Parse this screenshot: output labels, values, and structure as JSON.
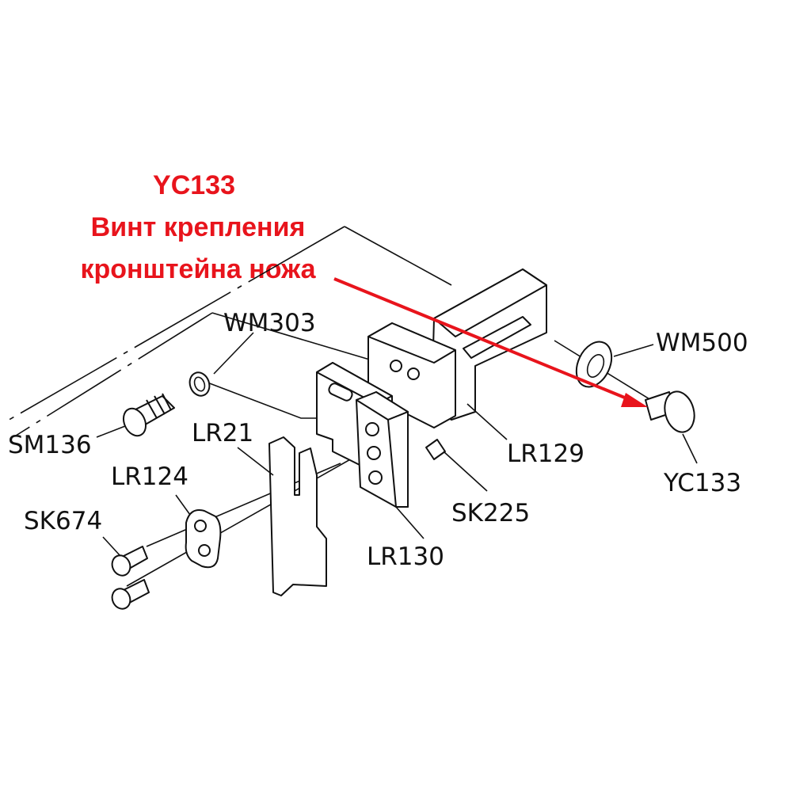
{
  "annotation": {
    "code": "YC133",
    "line1": "Винт крепления",
    "line2": "кронштейна ножа",
    "color": "#e8141c"
  },
  "parts": {
    "WM303": "WM303",
    "WM500": "WM500",
    "SM136": "SM136",
    "LR21": "LR21",
    "LR124": "LR124",
    "LR129": "LR129",
    "SK674": "SK674",
    "SK225": "SK225",
    "LR130": "LR130",
    "YC133": "YC133"
  }
}
